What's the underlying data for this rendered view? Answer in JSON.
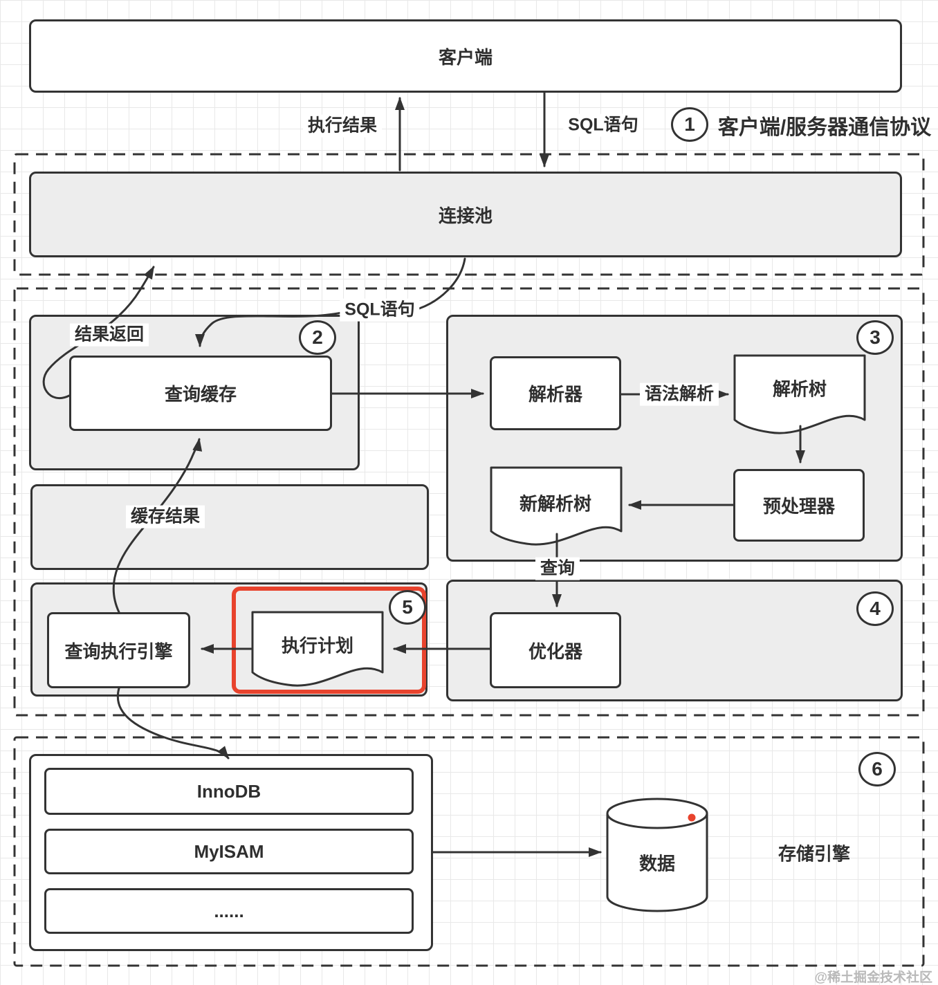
{
  "nodes": {
    "client": "客户端",
    "connection_pool": "连接池",
    "query_cache": "查询缓存",
    "parser": "解析器",
    "parse_tree": "解析树",
    "new_parse_tree": "新解析树",
    "preprocessor": "预处理器",
    "optimizer": "优化器",
    "query_exec_engine": "查询执行引擎",
    "exec_plan": "执行计划",
    "innodb": "InnoDB",
    "myisam": "MyISAM",
    "other_engines": "......",
    "data": "数据",
    "storage_engine": "存储引擎"
  },
  "edge_labels": {
    "exec_result": "执行结果",
    "sql_statement_top": "SQL语句",
    "sql_statement_inner": "SQL语句",
    "result_return": "结果返回",
    "cached_result": "缓存结果",
    "syntax_parse": "语法解析",
    "query": "查询"
  },
  "steps": {
    "n1": "1",
    "n1_title": "客户端/服务器通信协议",
    "n2": "2",
    "n3": "3",
    "n4": "4",
    "n5": "5",
    "n6": "6"
  },
  "watermark": "@稀土掘金技术社区",
  "colors": {
    "stroke": "#333333",
    "panel_fill": "#ededed",
    "highlight_red": "#e8432d",
    "grid": "#e8e8e8",
    "data_dot": "#e8432d"
  }
}
